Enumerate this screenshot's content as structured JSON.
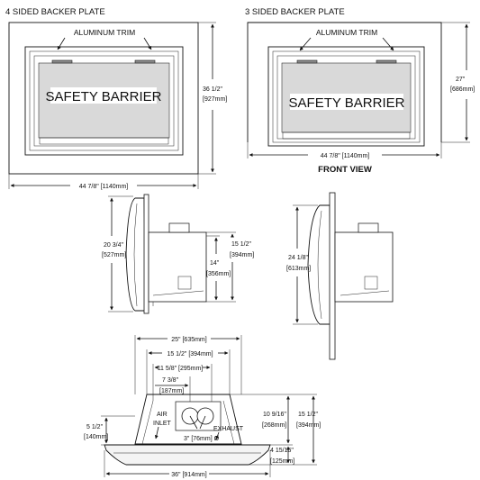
{
  "titles": {
    "four_sided": "4 SIDED BACKER PLATE",
    "three_sided": "3 SIDED BACKER PLATE",
    "front_view": "FRONT VIEW"
  },
  "labels": {
    "aluminum_trim": "ALUMINUM TRIM",
    "safety_barrier": "SAFETY BARRIER",
    "air_inlet_1": "AIR",
    "air_inlet_2": "INLET",
    "exhaust": "EXHAUST"
  },
  "dimensions": {
    "fs_height": "36 1/2\"",
    "fs_height_mm": "[927mm]",
    "fs_width": "44 7/8\" [1140mm]",
    "ts_height": "27\"",
    "ts_height_mm": "[686mm]",
    "ts_width": "44 7/8\" [1140mm]",
    "side1_height": "20 3/4\"",
    "side1_height_mm": "[527mm]",
    "side1_box": "15 1/2\"",
    "side1_box_mm": "[394mm]",
    "side1_inner": "14\"",
    "side1_inner_mm": "[356mm]",
    "side2_height": "24 1/8\"",
    "side2_height_mm": "[613mm]",
    "top_width": "25\" [635mm]",
    "top_15": "15 1/2\" [394mm]",
    "top_11": "11 5/8\" [295mm]",
    "top_7": "7 3/8\"",
    "top_7_mm": "[187mm]",
    "top_left": "5 1/2\"",
    "top_left_mm": "[140mm]",
    "top_r1": "10 9/16\"",
    "top_r1_mm": "[268mm]",
    "top_r2": "15 1/2\"",
    "top_r2_mm": "[394mm]",
    "top_r3": "4 15/16\"",
    "top_r3_mm": "[125mm]",
    "top_bottom": "36\" [914mm]",
    "vent": "3\" [76mm] Ø"
  }
}
